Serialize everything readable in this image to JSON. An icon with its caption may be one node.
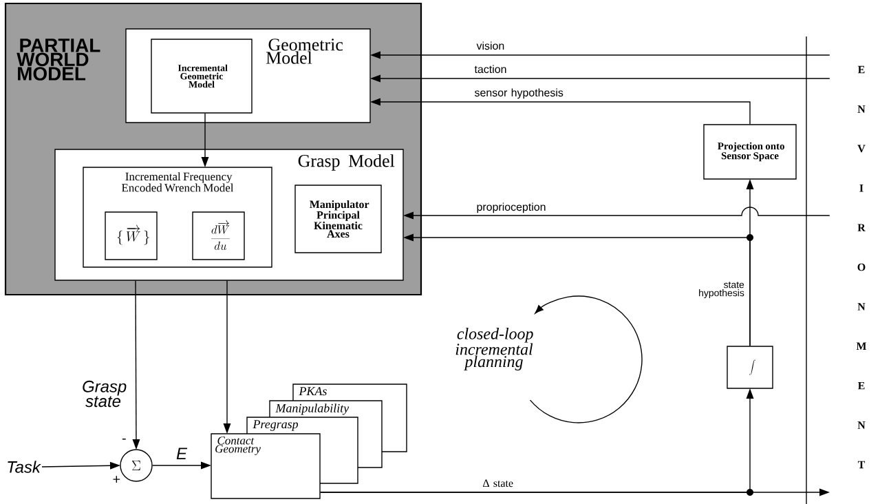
{
  "diagram": {
    "nodes": [
      {
        "text": [
          "PARTIAL WORLD MODEL"
        ]
      },
      {
        "text": [
          "Geometric Model"
        ],
        "in": 0
      },
      {
        "text": [
          "Incremental Geometric Model"
        ],
        "in": 1
      },
      {
        "text": [
          "Grasp Model"
        ],
        "in": 0
      },
      {
        "text": [
          "Incremental Frequency Encoded Wrench Model"
        ],
        "in": 3
      },
      {
        "text": [
          "\\{\\,\\overrightarrow{W}\\,\\}"
        ],
        "in": 4
      },
      {
        "text": [
          "\\frac{d\\overrightarrow{W}}{du}"
        ],
        "in": 4
      },
      {
        "text": [
          "Manipulator Principal Kinematic Axes"
        ],
        "in": 3
      },
      {
        "text": [
          "Projection onto Sensor Space"
        ]
      },
      {
        "text": [
          "\\int"
        ]
      },
      {
        "text": [
          "ENVIRONMENT"
        ]
      },
      {
        "text": [
          "Contact Geometry"
        ]
      },
      {
        "text": [
          "Pregrasp"
        ]
      },
      {
        "text": [
          "Manipulability"
        ]
      },
      {
        "text": [
          "PKAs"
        ]
      },
      {
        "text": [
          "\\Sigma"
        ]
      },
      {
        "text": [
          "Task"
        ]
      }
    ],
    "edges": [
      {
        "from": 2,
        "to": 4,
        "arrow": "to"
      },
      {
        "from": 10,
        "to": 1,
        "arrow": "to",
        "label": "vision"
      },
      {
        "from": 10,
        "to": 1,
        "arrow": "to",
        "label": "taction"
      },
      {
        "from": 8,
        "to": 1,
        "arrow": "to",
        "label": "sensor hypothesis"
      },
      {
        "from": 10,
        "to": 3,
        "arrow": "to",
        "label": "proprioception"
      },
      {
        "from": 9,
        "to": 3,
        "arrow": "to"
      },
      {
        "from": 9,
        "to": 8,
        "arrow": "to",
        "label": "state hypothesis"
      },
      {
        "from": 11,
        "to": 9,
        "arrow": "to"
      },
      {
        "from": 11,
        "to": 10,
        "arrow": "to",
        "label": "Δ state"
      },
      {
        "from": 3,
        "to": 15,
        "arrow": "to",
        "label": "Grasp state"
      },
      {
        "from": 3,
        "to": 11,
        "arrow": "to"
      },
      {
        "from": 16,
        "to": 15,
        "arrow": "to"
      },
      {
        "from": 15,
        "to": 11,
        "arrow": "to",
        "label": "E"
      }
    ],
    "labels": [
      "closed-loop incremental planning",
      "-",
      "+"
    ]
  }
}
